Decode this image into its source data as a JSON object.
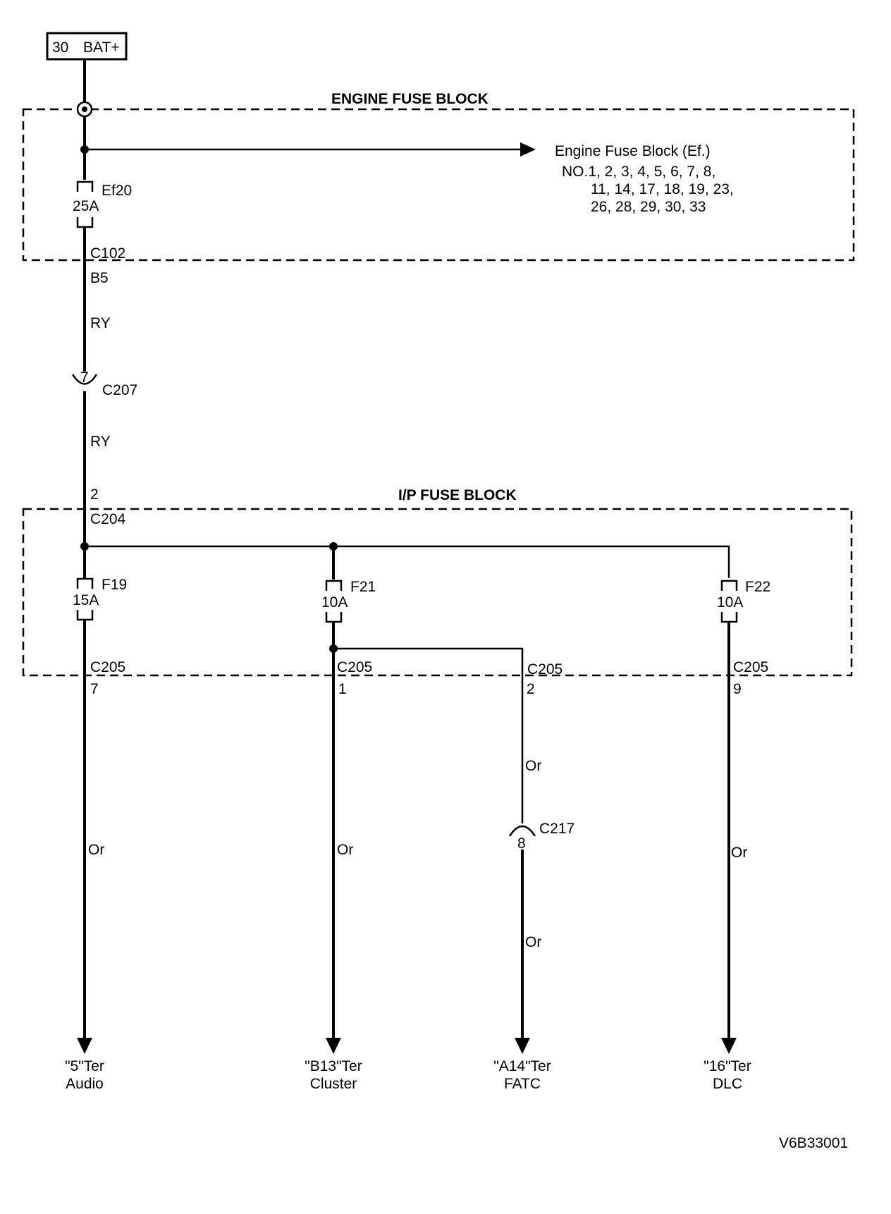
{
  "power_source": {
    "terminal": "30",
    "label": "BAT+"
  },
  "engine_fuse_block": {
    "title": "ENGINE FUSE BLOCK",
    "ref_title": "Engine Fuse Block (Ef.)",
    "ref_line1": "NO.1, 2, 3, 4, 5, 6, 7, 8,",
    "ref_line2": "11, 14, 17, 18, 19, 23,",
    "ref_line3": "26, 28, 29, 30, 33",
    "fuse": {
      "name": "Ef20",
      "rating": "25A"
    },
    "connector": "C102",
    "pin": "B5"
  },
  "wire_color_main": "RY",
  "inline_connector_c207": {
    "pin": "7",
    "name": "C207"
  },
  "ip_fuse_block": {
    "title": "I/P FUSE BLOCK",
    "in_pin": "2",
    "in_connector": "C204",
    "fuses": [
      {
        "name": "F19",
        "rating": "15A"
      },
      {
        "name": "F21",
        "rating": "10A"
      },
      {
        "name": "F22",
        "rating": "10A"
      }
    ]
  },
  "outputs": [
    {
      "connector": "C205",
      "pin": "7",
      "wire": "Or",
      "terminal": "\"5\"Ter",
      "device": "Audio"
    },
    {
      "connector": "C205",
      "pin": "1",
      "wire": "Or",
      "terminal": "\"B13\"Ter",
      "device": "Cluster"
    },
    {
      "connector": "C205",
      "pin": "2",
      "wire": "Or",
      "wire2": "Or",
      "inline_connector": "C217",
      "inline_pin": "8",
      "terminal": "\"A14\"Ter",
      "device": "FATC"
    },
    {
      "connector": "C205",
      "pin": "9",
      "wire": "Or",
      "terminal": "\"16\"Ter",
      "device": "DLC"
    }
  ],
  "figure_id": "V6B33001"
}
